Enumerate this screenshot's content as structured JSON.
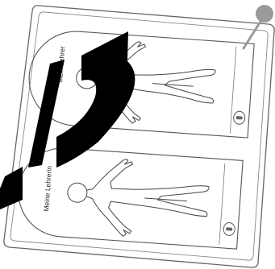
{
  "cards": [
    {
      "label": "Mein Lehrer",
      "figure": "body-outline",
      "badge": "logo-badge-icon"
    },
    {
      "label": "Meine Lehrerin",
      "figure": "body-outline",
      "badge": "logo-badge-icon"
    }
  ],
  "pin": {
    "icon": "pushpin-icon",
    "color": "#9a9a9a"
  },
  "watermark": {
    "text": "",
    "color": "#000000"
  },
  "colors": {
    "line": "#555555",
    "background": "#ffffff"
  }
}
